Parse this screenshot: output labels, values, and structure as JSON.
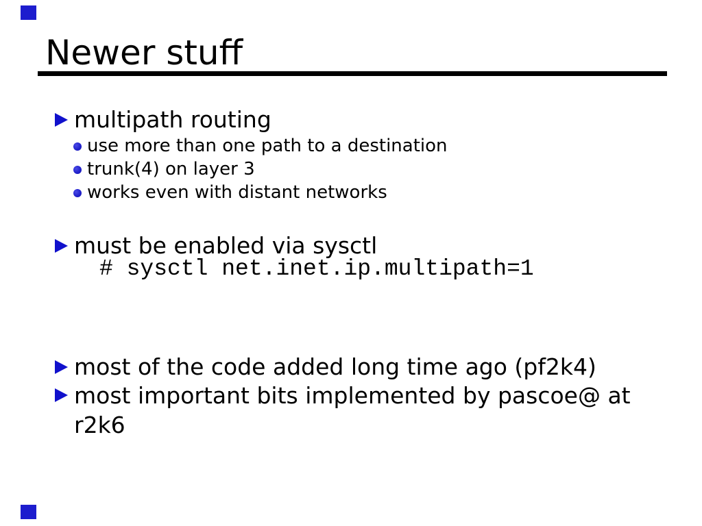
{
  "slide": {
    "title": "Newer stuff",
    "bullets": [
      {
        "label": "multipath routing",
        "subs": [
          "use more than one path to a destination",
          "trunk(4) on layer 3",
          "works even with distant networks"
        ]
      },
      {
        "label": "must be enabled via sysctl",
        "code": "# sysctl net.inet.ip.multipath=1"
      },
      {
        "label": "most of the code added long time ago (pf2k4)"
      },
      {
        "label": "most important bits implemented by pascoe@ at r2k6"
      }
    ],
    "colors": {
      "accent_blue": "#1111cc",
      "marker_blue": "#1d1dce",
      "text": "#000000",
      "background": "#ffffff"
    }
  }
}
